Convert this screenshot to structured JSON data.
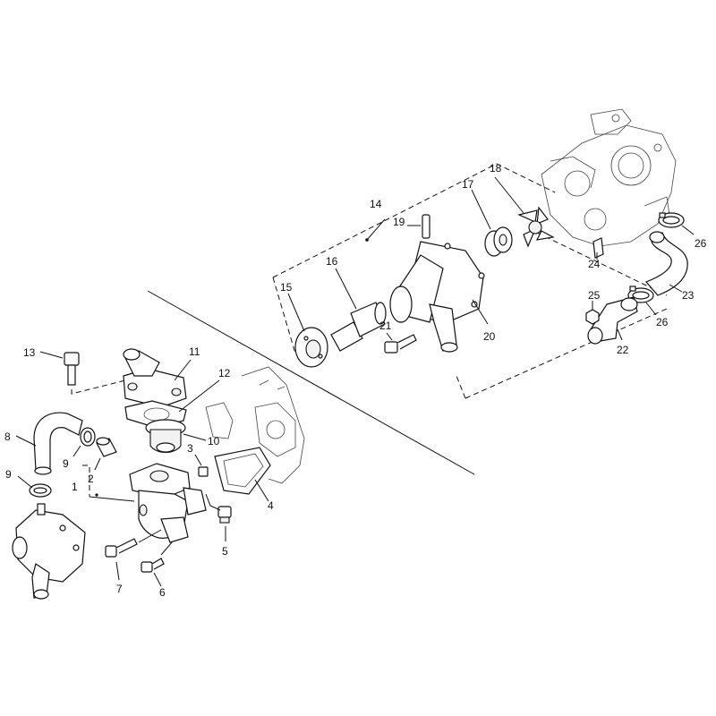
{
  "labels": [
    "1",
    "2",
    "3",
    "4",
    "5",
    "6",
    "7",
    "8",
    "9",
    "9",
    "10",
    "11",
    "12",
    "13",
    "14",
    "15",
    "16",
    "17",
    "18",
    "19",
    "20",
    "21",
    "22",
    "23",
    "24",
    "25",
    "26",
    "26"
  ]
}
